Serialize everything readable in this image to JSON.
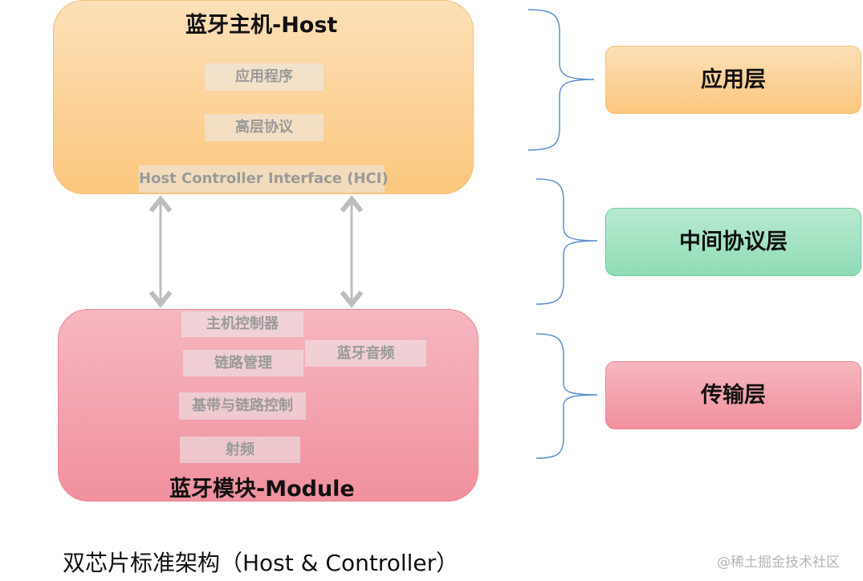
{
  "host": {
    "title": "蓝牙主机-Host",
    "items": [
      "应用程序",
      "高层协议",
      "Host Controller Interface (HCI)"
    ]
  },
  "module": {
    "title": "蓝牙模块-Module",
    "items": [
      "主机控制器",
      "链路管理",
      "基带与链路控制",
      "射频",
      "蓝牙音频"
    ]
  },
  "layers": [
    "应用层",
    "中间协议层",
    "传输层"
  ],
  "caption": "双芯片标准架构（Host & Controller）",
  "watermark": "@稀土掘金技术社区",
  "colors": {
    "host_fill": "#fbc77e",
    "module_fill": "#f1909e",
    "middle_fill": "#8fdcb5",
    "bracket": "#5b8fd1",
    "arrow": "#bdbdbd"
  }
}
